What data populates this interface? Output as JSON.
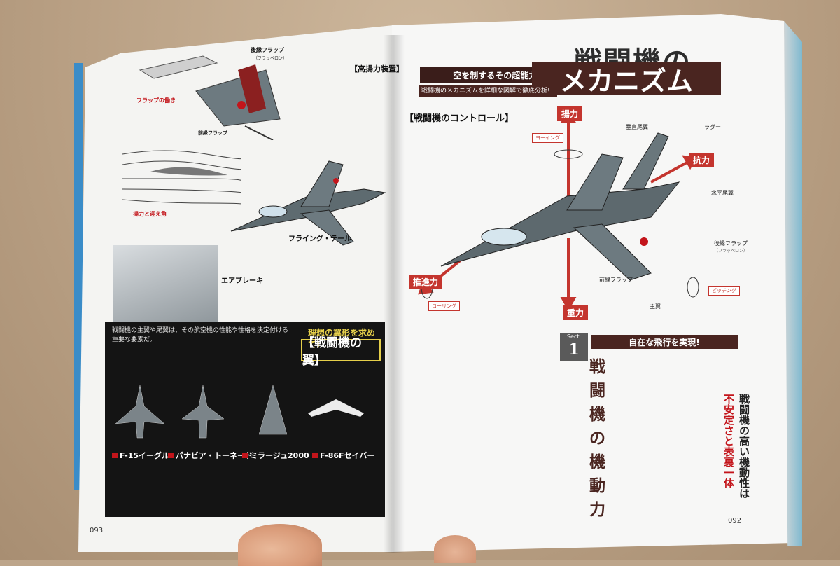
{
  "left_page": {
    "page_number": "093",
    "section_title": "【高揚力装置】",
    "labels": {
      "flap_trailing": "後縁フラップ",
      "flaperon": "（フラッペロン）",
      "flap_role": "フラップの働き",
      "leading_flap": "前縁フラップ",
      "lift_angle": "揚力と迎え角",
      "flying_tail": "フライング・テール",
      "air_brake": "エアブレーキ"
    },
    "wing_panel": {
      "tagline": "理想の翼形を求めて!",
      "title": "【戦闘機の翼】",
      "intro": "戦闘機の主翼や尾翼は、その航空機の性能や性格を決定付ける重要な要素だ。",
      "planes": [
        {
          "name": "F-15イーグル"
        },
        {
          "name": "パナビア・トーネード"
        },
        {
          "name": "ミラージュ2000"
        },
        {
          "name": "F-86Fセイバー"
        }
      ]
    }
  },
  "right_page": {
    "page_number": "092",
    "headline_sub": "空を制するその超能力!",
    "headline_line1": "戦闘機の",
    "headline_line2": "メカニズム",
    "lead": "戦闘機のメカニズムを詳細な図解で徹底分析!",
    "section_head": "【戦闘機のコントロール】",
    "forces": {
      "lift": "揚力",
      "drag": "抗力",
      "thrust": "推進力",
      "weight": "重力"
    },
    "axes": {
      "yaw": "ヨーイング",
      "roll": "ローリング",
      "pitch": "ピッチング"
    },
    "jet_labels": {
      "vertical_fin": "垂直尾翼",
      "rudder": "ラダー",
      "horizontal_tail": "水平尾翼",
      "trailing_flap": "後縁フラップ",
      "flaperon": "（フラッペロン）",
      "leading_flap": "前縁フラップ",
      "main_wing": "主翼"
    },
    "sect": {
      "label": "Sect.",
      "number": "1",
      "subtitle": "自在な飛行を実現!",
      "title": "戦闘機の機動力"
    },
    "pullquote": {
      "red_1": "戦闘機の高い機動性は",
      "red_2": "不安定さと表裏一体"
    }
  },
  "colors": {
    "accent_red": "#c3151b",
    "dark_maroon": "#4a2520",
    "panel_black": "#141414",
    "cover_blue": "#3a8cc8"
  }
}
